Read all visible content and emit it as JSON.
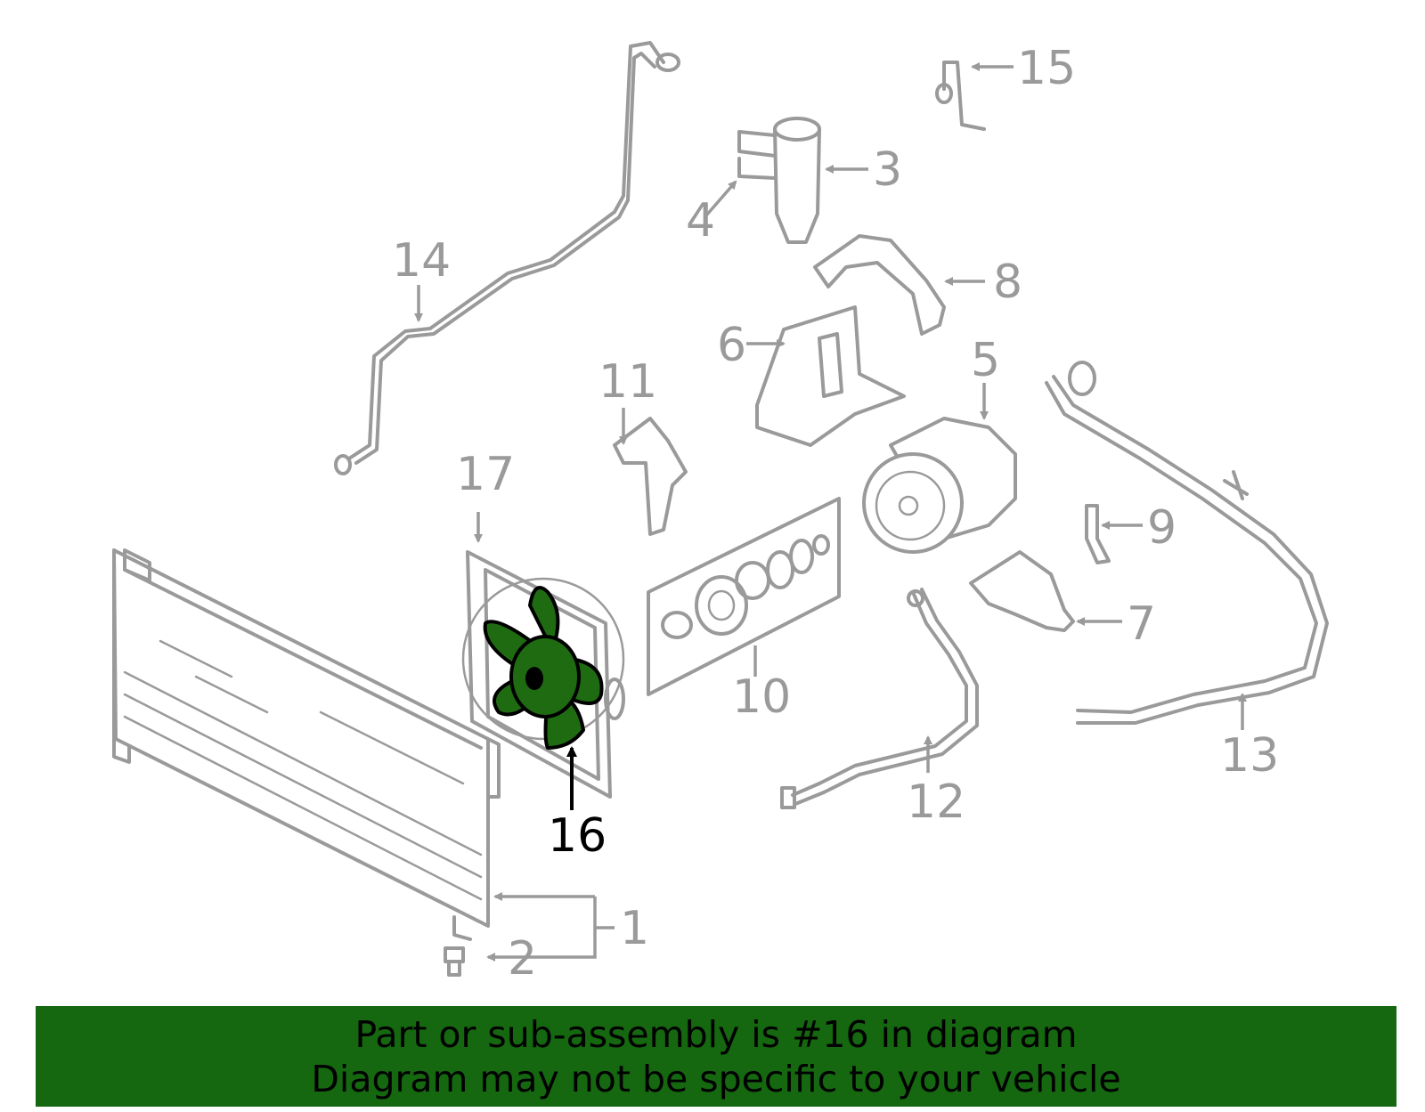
{
  "diagram": {
    "highlight_color": "#1f6b12",
    "callouts": [
      "1",
      "2",
      "3",
      "4",
      "5",
      "6",
      "7",
      "8",
      "9",
      "10",
      "11",
      "12",
      "13",
      "14",
      "15",
      "16",
      "17"
    ],
    "highlighted": "16"
  },
  "banner": {
    "line1": "Part or sub-assembly is #16 in diagram",
    "line2": "Diagram may not be specific to your vehicle",
    "background": "#156710"
  }
}
